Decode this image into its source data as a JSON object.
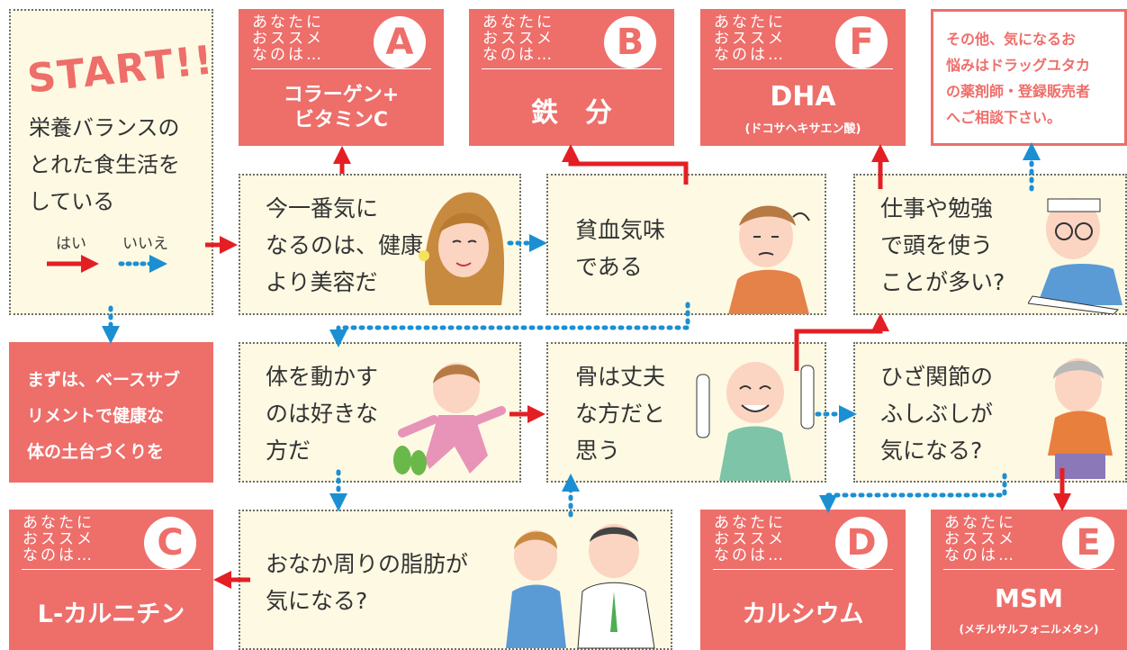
{
  "start": {
    "title": "START!!",
    "question": "栄養バランスの\nとれた食生活を\nしている",
    "legend_yes": "はい",
    "legend_no": "いいえ"
  },
  "base": {
    "text": "まずは、ベースサブ\nリメントで健康な\n体の土台づくりを"
  },
  "other": {
    "text": "その他、気になるお\n悩みはドラッグユタカ\nの薬剤師・登録販売者\nへご相談下さい。"
  },
  "result_header": "あなたに\nおススメ\nなのは…",
  "results": {
    "A": {
      "letter": "A",
      "name": "コラーゲン+\nビタミンC"
    },
    "B": {
      "letter": "B",
      "name": "鉄　分"
    },
    "F": {
      "letter": "F",
      "name": "DHA",
      "sub": "(ドコサヘキサエン酸)"
    },
    "C": {
      "letter": "C",
      "name": "L-カルニチン"
    },
    "D": {
      "letter": "D",
      "name": "カルシウム"
    },
    "E": {
      "letter": "E",
      "name": "MSM",
      "sub": "(メチルサルフォニルメタン)"
    }
  },
  "questions": {
    "beauty": "今一番気に\nなるのは、健康\nより美容だ",
    "anemia": "貧血気味\nである",
    "brain": "仕事や勉強\nで頭を使う\nことが多い?",
    "exercise": "体を動かす\nのは好きな\n方だ",
    "bones": "骨は丈夫\nな方だと\n思う",
    "knees": "ひざ関節の\nふしぶしが\n気になる?",
    "belly": "おなか周りの脂肪が\n気になる?"
  },
  "colors": {
    "yes": "#e31f24",
    "no": "#1b8fd2",
    "result": "#ee6e6a",
    "question_bg": "#fdf9e3",
    "other_border": "#ee6e6a"
  }
}
